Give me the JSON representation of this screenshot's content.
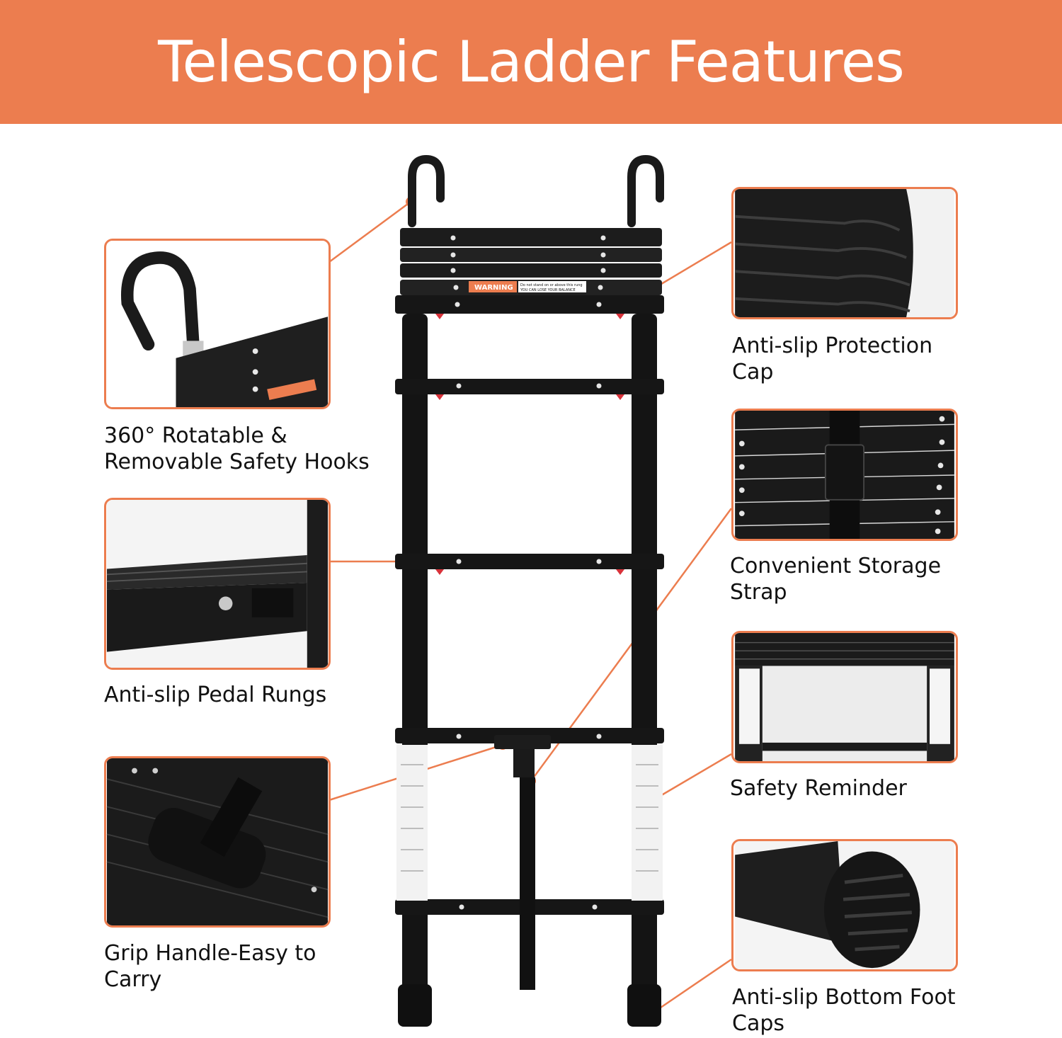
{
  "title": "Telescopic Ladder Features",
  "colors": {
    "accent": "#ec7d4f",
    "ladder": "#1a1a1a",
    "text": "#111111"
  },
  "features": [
    {
      "id": "hooks",
      "label": "360° Rotatable &\nRemovable Safety Hooks",
      "image": "rotatable-hook-photo"
    },
    {
      "id": "pedal",
      "label": "Anti-slip Pedal Rungs",
      "image": "pedal-rung-photo"
    },
    {
      "id": "handle",
      "label": "Grip Handle-Easy to\nCarry",
      "image": "grip-handle-photo"
    },
    {
      "id": "cap",
      "label": "Anti-slip Protection\nCap",
      "image": "protection-cap-photo"
    },
    {
      "id": "strap",
      "label": "Convenient Storage\nStrap",
      "image": "storage-strap-photo"
    },
    {
      "id": "safety",
      "label": "Safety Reminder",
      "image": "safety-reminder-photo"
    },
    {
      "id": "foot",
      "label": "Anti-slip Bottom Foot\nCaps",
      "image": "foot-cap-photo"
    }
  ],
  "ladder": {
    "warning_label": "WARNING",
    "warning_text_1": "Do not stand on or above this rung",
    "warning_text_2": "YOU CAN LOSE YOUR BALANCE"
  }
}
